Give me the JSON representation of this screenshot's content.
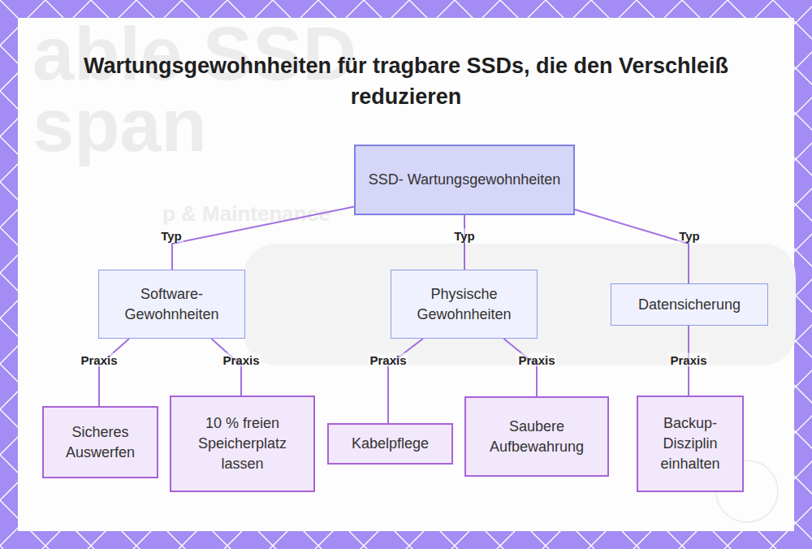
{
  "diagram": {
    "title": "Wartungsgewohnheiten für tragbare SSDs, die den Verschleiß reduzieren",
    "nodes": [
      {
        "text": [
          "SSD- Wartungsgewohnheiten"
        ]
      },
      {
        "text": [
          "Software- Gewohnheiten"
        ]
      },
      {
        "text": [
          "Physische Gewohnheiten"
        ]
      },
      {
        "text": [
          "Datensicherung"
        ]
      },
      {
        "text": [
          "Sicheres Auswerfen"
        ]
      },
      {
        "text": [
          "10 % freien Speicherplatz lassen"
        ]
      },
      {
        "text": [
          "Kabelpflege"
        ]
      },
      {
        "text": [
          "Saubere Aufbewahrung"
        ]
      },
      {
        "text": [
          "Backup- Disziplin einhalten"
        ]
      }
    ],
    "edges": [
      {
        "from": 0,
        "to": 1,
        "arrow": "none",
        "label": "Typ"
      },
      {
        "from": 0,
        "to": 2,
        "arrow": "none",
        "label": "Typ"
      },
      {
        "from": 0,
        "to": 3,
        "arrow": "none",
        "label": "Typ"
      },
      {
        "from": 1,
        "to": 4,
        "arrow": "none",
        "label": "Praxis"
      },
      {
        "from": 1,
        "to": 5,
        "arrow": "none",
        "label": "Praxis"
      },
      {
        "from": 2,
        "to": 6,
        "arrow": "none",
        "label": "Praxis"
      },
      {
        "from": 2,
        "to": 7,
        "arrow": "none",
        "label": "Praxis"
      },
      {
        "from": 3,
        "to": 8,
        "arrow": "none",
        "label": "Praxis"
      }
    ],
    "labels": [
      "able SSD",
      "span",
      "p & Maintenance"
    ]
  }
}
